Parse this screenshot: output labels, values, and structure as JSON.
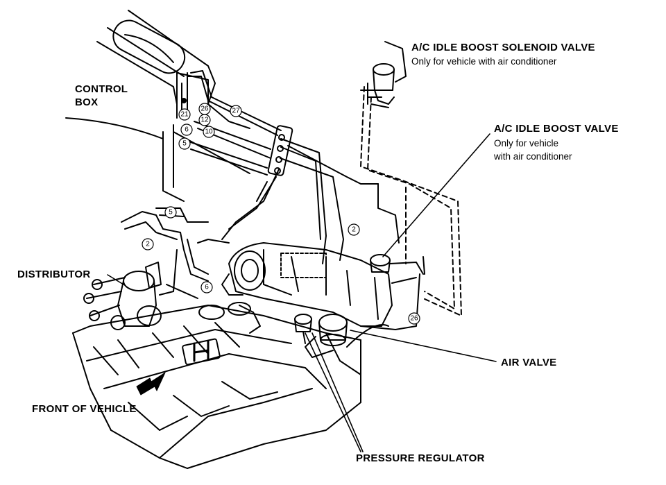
{
  "labels": {
    "control_box_line1": "CONTROL",
    "control_box_line2": "BOX",
    "distributor": "DISTRIBUTOR",
    "front_of_vehicle": "FRONT OF VEHICLE",
    "solenoid_title": "A/C IDLE BOOST SOLENOID VALVE",
    "solenoid_note": "Only for vehicle with air conditioner",
    "boost_valve_title": "A/C IDLE BOOST VALVE",
    "boost_valve_note_line1": "Only for vehicle",
    "boost_valve_note_line2": "with air conditioner",
    "air_valve": "AIR VALVE",
    "pressure_regulator": "PRESSURE REGULATOR"
  },
  "hose_numbers": {
    "n21": "21",
    "n26_box": "26",
    "n12": "12",
    "n27": "27",
    "n6_box": "6",
    "n10": "10",
    "n5_box": "5",
    "n5_left": "5",
    "n2_left": "2",
    "n2_mid": "2",
    "n6_low": "6",
    "n26_right": "26"
  }
}
